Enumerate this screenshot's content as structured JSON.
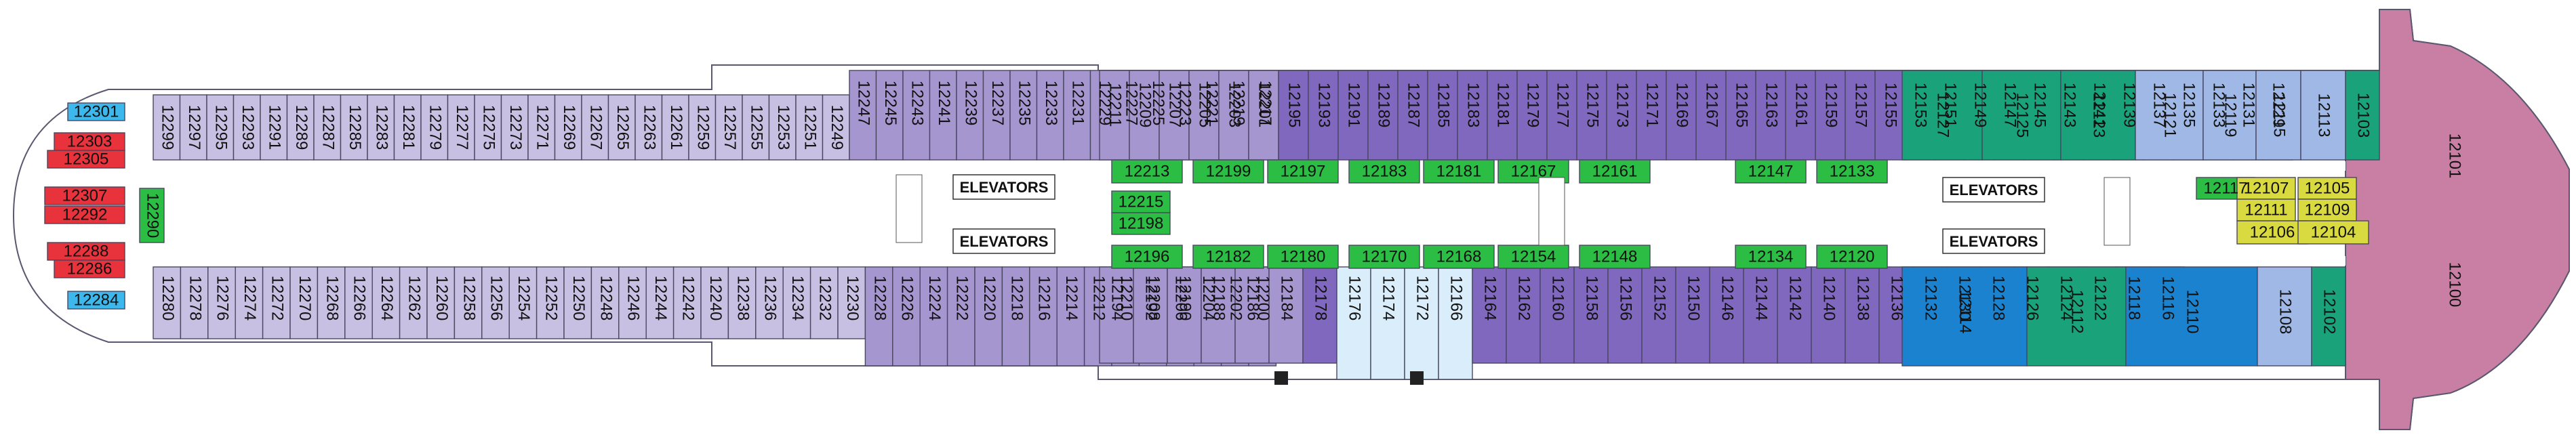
{
  "colors": {
    "purple_light": "#c7c0e2",
    "purple_mid": "#a596d0",
    "purple_dark": "#8068be",
    "green_bright": "#2bbd44",
    "green_teal": "#1aa37a",
    "blue_light": "#9fb8e6",
    "blue_mid": "#1a82cf",
    "cyan": "#3cb8ec",
    "red": "#e8323c",
    "yellow": "#d9d940",
    "pink": "#c97fa3",
    "light_blue_pale": "#d9eefa",
    "corridor": "#ffffff",
    "outline": "#4a4760"
  },
  "elevators": {
    "label": "ELEVATORS"
  },
  "forward_labels": [
    "12301",
    "12303",
    "12305",
    "12307",
    "12292",
    "12288",
    "12286",
    "12284"
  ],
  "port_aft": [
    "12299",
    "12297",
    "12295",
    "12293",
    "12291",
    "12289",
    "12287",
    "12285",
    "12283",
    "12281",
    "12279",
    "12277",
    "12275",
    "12273",
    "12271",
    "12269",
    "12267",
    "12265",
    "12263",
    "12261",
    "12259",
    "12257",
    "12255",
    "12253",
    "12251",
    "12249",
    "12247",
    "12245",
    "12243",
    "12241",
    "12239",
    "12237",
    "12235",
    "12233",
    "12231",
    "12229",
    "12227",
    "12225",
    "12223",
    "12221",
    "12219",
    "12217"
  ],
  "port_mid": [
    "12211",
    "12209",
    "12207",
    "12205",
    "12203",
    "12201",
    "12195",
    "12193",
    "12191",
    "12189",
    "12187",
    "12185",
    "12183",
    "12181",
    "12179",
    "12177",
    "12175",
    "12173",
    "12171",
    "12169",
    "12167",
    "12165",
    "12163",
    "12161",
    "12159",
    "12157",
    "12155",
    "12153",
    "12151",
    "12149",
    "12147",
    "12145",
    "12143",
    "12141",
    "12139",
    "12137",
    "12135",
    "12133",
    "12131",
    "12129"
  ],
  "stbd_aft": [
    "12280",
    "12278",
    "12276",
    "12274",
    "12272",
    "12270",
    "12268",
    "12266",
    "12264",
    "12262",
    "12260",
    "12258",
    "12256",
    "12254",
    "12252",
    "12250",
    "12248",
    "12246",
    "12244",
    "12242",
    "12240",
    "12238",
    "12236",
    "12234",
    "12232",
    "12230",
    "12228",
    "12226",
    "12224",
    "12222",
    "12220",
    "12218",
    "12216",
    "12214",
    "12212",
    "12210",
    "12208",
    "12206",
    "12204",
    "12202",
    "12200"
  ],
  "stbd_mid": [
    "12194",
    "12192",
    "12190",
    "12188",
    "12186",
    "12184",
    "12178",
    "12176",
    "12174",
    "12172",
    "12166",
    "12164",
    "12162",
    "12160",
    "12158",
    "12156",
    "12152",
    "12150",
    "12146",
    "12144",
    "12142",
    "12140",
    "12138",
    "12136",
    "12132",
    "12130",
    "12128",
    "12126",
    "12124",
    "12122",
    "12118",
    "12116"
  ],
  "inner_top": [
    "12213",
    "12199",
    "12197",
    "12183",
    "12181",
    "12167",
    "12161",
    "12147",
    "12133"
  ],
  "inner_mid": [
    "12215",
    "12198",
    "12117",
    "12107",
    "12105",
    "12111",
    "12109"
  ],
  "inner_bottom": [
    "12196",
    "12182",
    "12180",
    "12170",
    "12168",
    "12154",
    "12148",
    "12134",
    "12120",
    "12106",
    "12104"
  ],
  "aft_top": [
    "12127",
    "12125",
    "12123",
    "12121",
    "12119",
    "12115",
    "12113",
    "12103",
    "12101"
  ],
  "aft_bottom": [
    "12114",
    "12112",
    "12110",
    "12108",
    "12102",
    "12100"
  ],
  "corner_labels": [
    "12290"
  ]
}
